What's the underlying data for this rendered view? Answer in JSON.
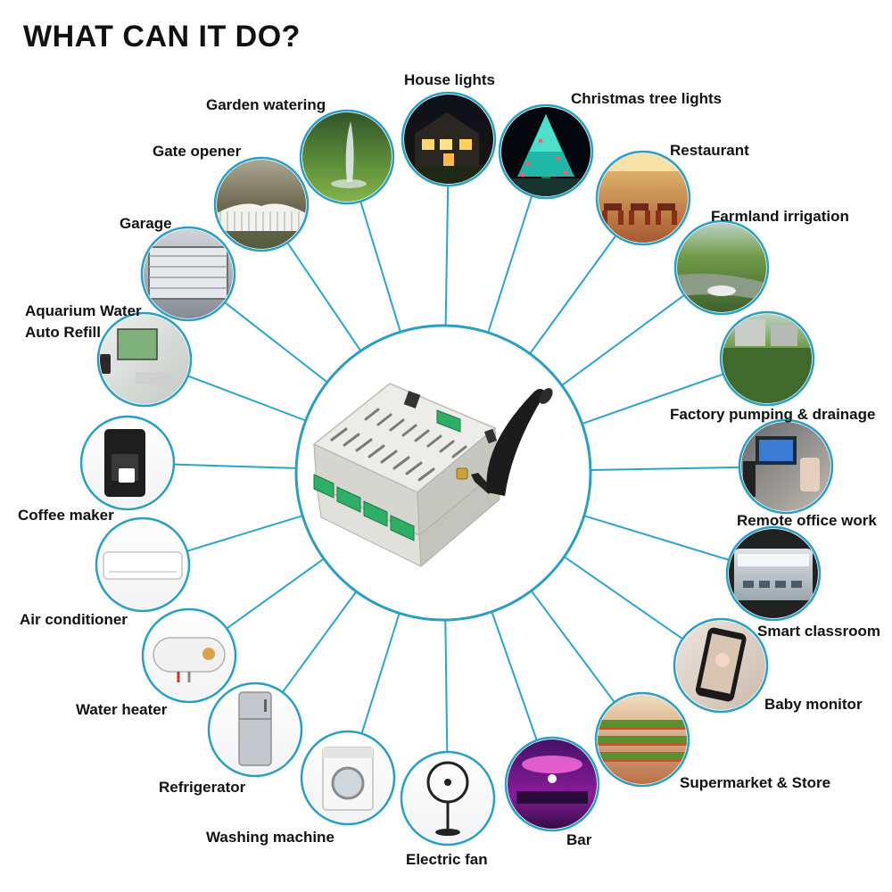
{
  "title": "WHAT CAN IT DO?",
  "colors": {
    "ring": "#2a9fc4",
    "spoke": "#2aa5cc",
    "text": "#111111",
    "board": "#e4e4e0",
    "terminal": "#2fae65"
  },
  "applications": [
    {
      "id": "house-lights",
      "label": "House lights"
    },
    {
      "id": "christmas-tree-lights",
      "label": "Christmas tree lights"
    },
    {
      "id": "restaurant",
      "label": "Restaurant"
    },
    {
      "id": "farmland-irrigation",
      "label": "Farmland irrigation"
    },
    {
      "id": "factory-pumping-drainage",
      "label": "Factory pumping & drainage"
    },
    {
      "id": "remote-office-work",
      "label": "Remote office work"
    },
    {
      "id": "smart-classroom",
      "label": "Smart classroom"
    },
    {
      "id": "baby-monitor",
      "label": "Baby monitor"
    },
    {
      "id": "supermarket-store",
      "label": "Supermarket & Store"
    },
    {
      "id": "bar",
      "label": "Bar"
    },
    {
      "id": "electric-fan",
      "label": "Electric fan"
    },
    {
      "id": "washing-machine",
      "label": "Washing machine"
    },
    {
      "id": "refrigerator",
      "label": "Refrigerator"
    },
    {
      "id": "water-heater",
      "label": "Water heater"
    },
    {
      "id": "air-conditioner",
      "label": "Air conditioner"
    },
    {
      "id": "coffee-maker",
      "label": "Coffee maker"
    },
    {
      "id": "aquarium-water-auto-refill",
      "label": "Aquarium Water",
      "label2": "Auto Refill"
    },
    {
      "id": "garage",
      "label": "Garage"
    },
    {
      "id": "gate-opener",
      "label": "Gate opener"
    },
    {
      "id": "garden-watering",
      "label": "Garden watering"
    }
  ]
}
